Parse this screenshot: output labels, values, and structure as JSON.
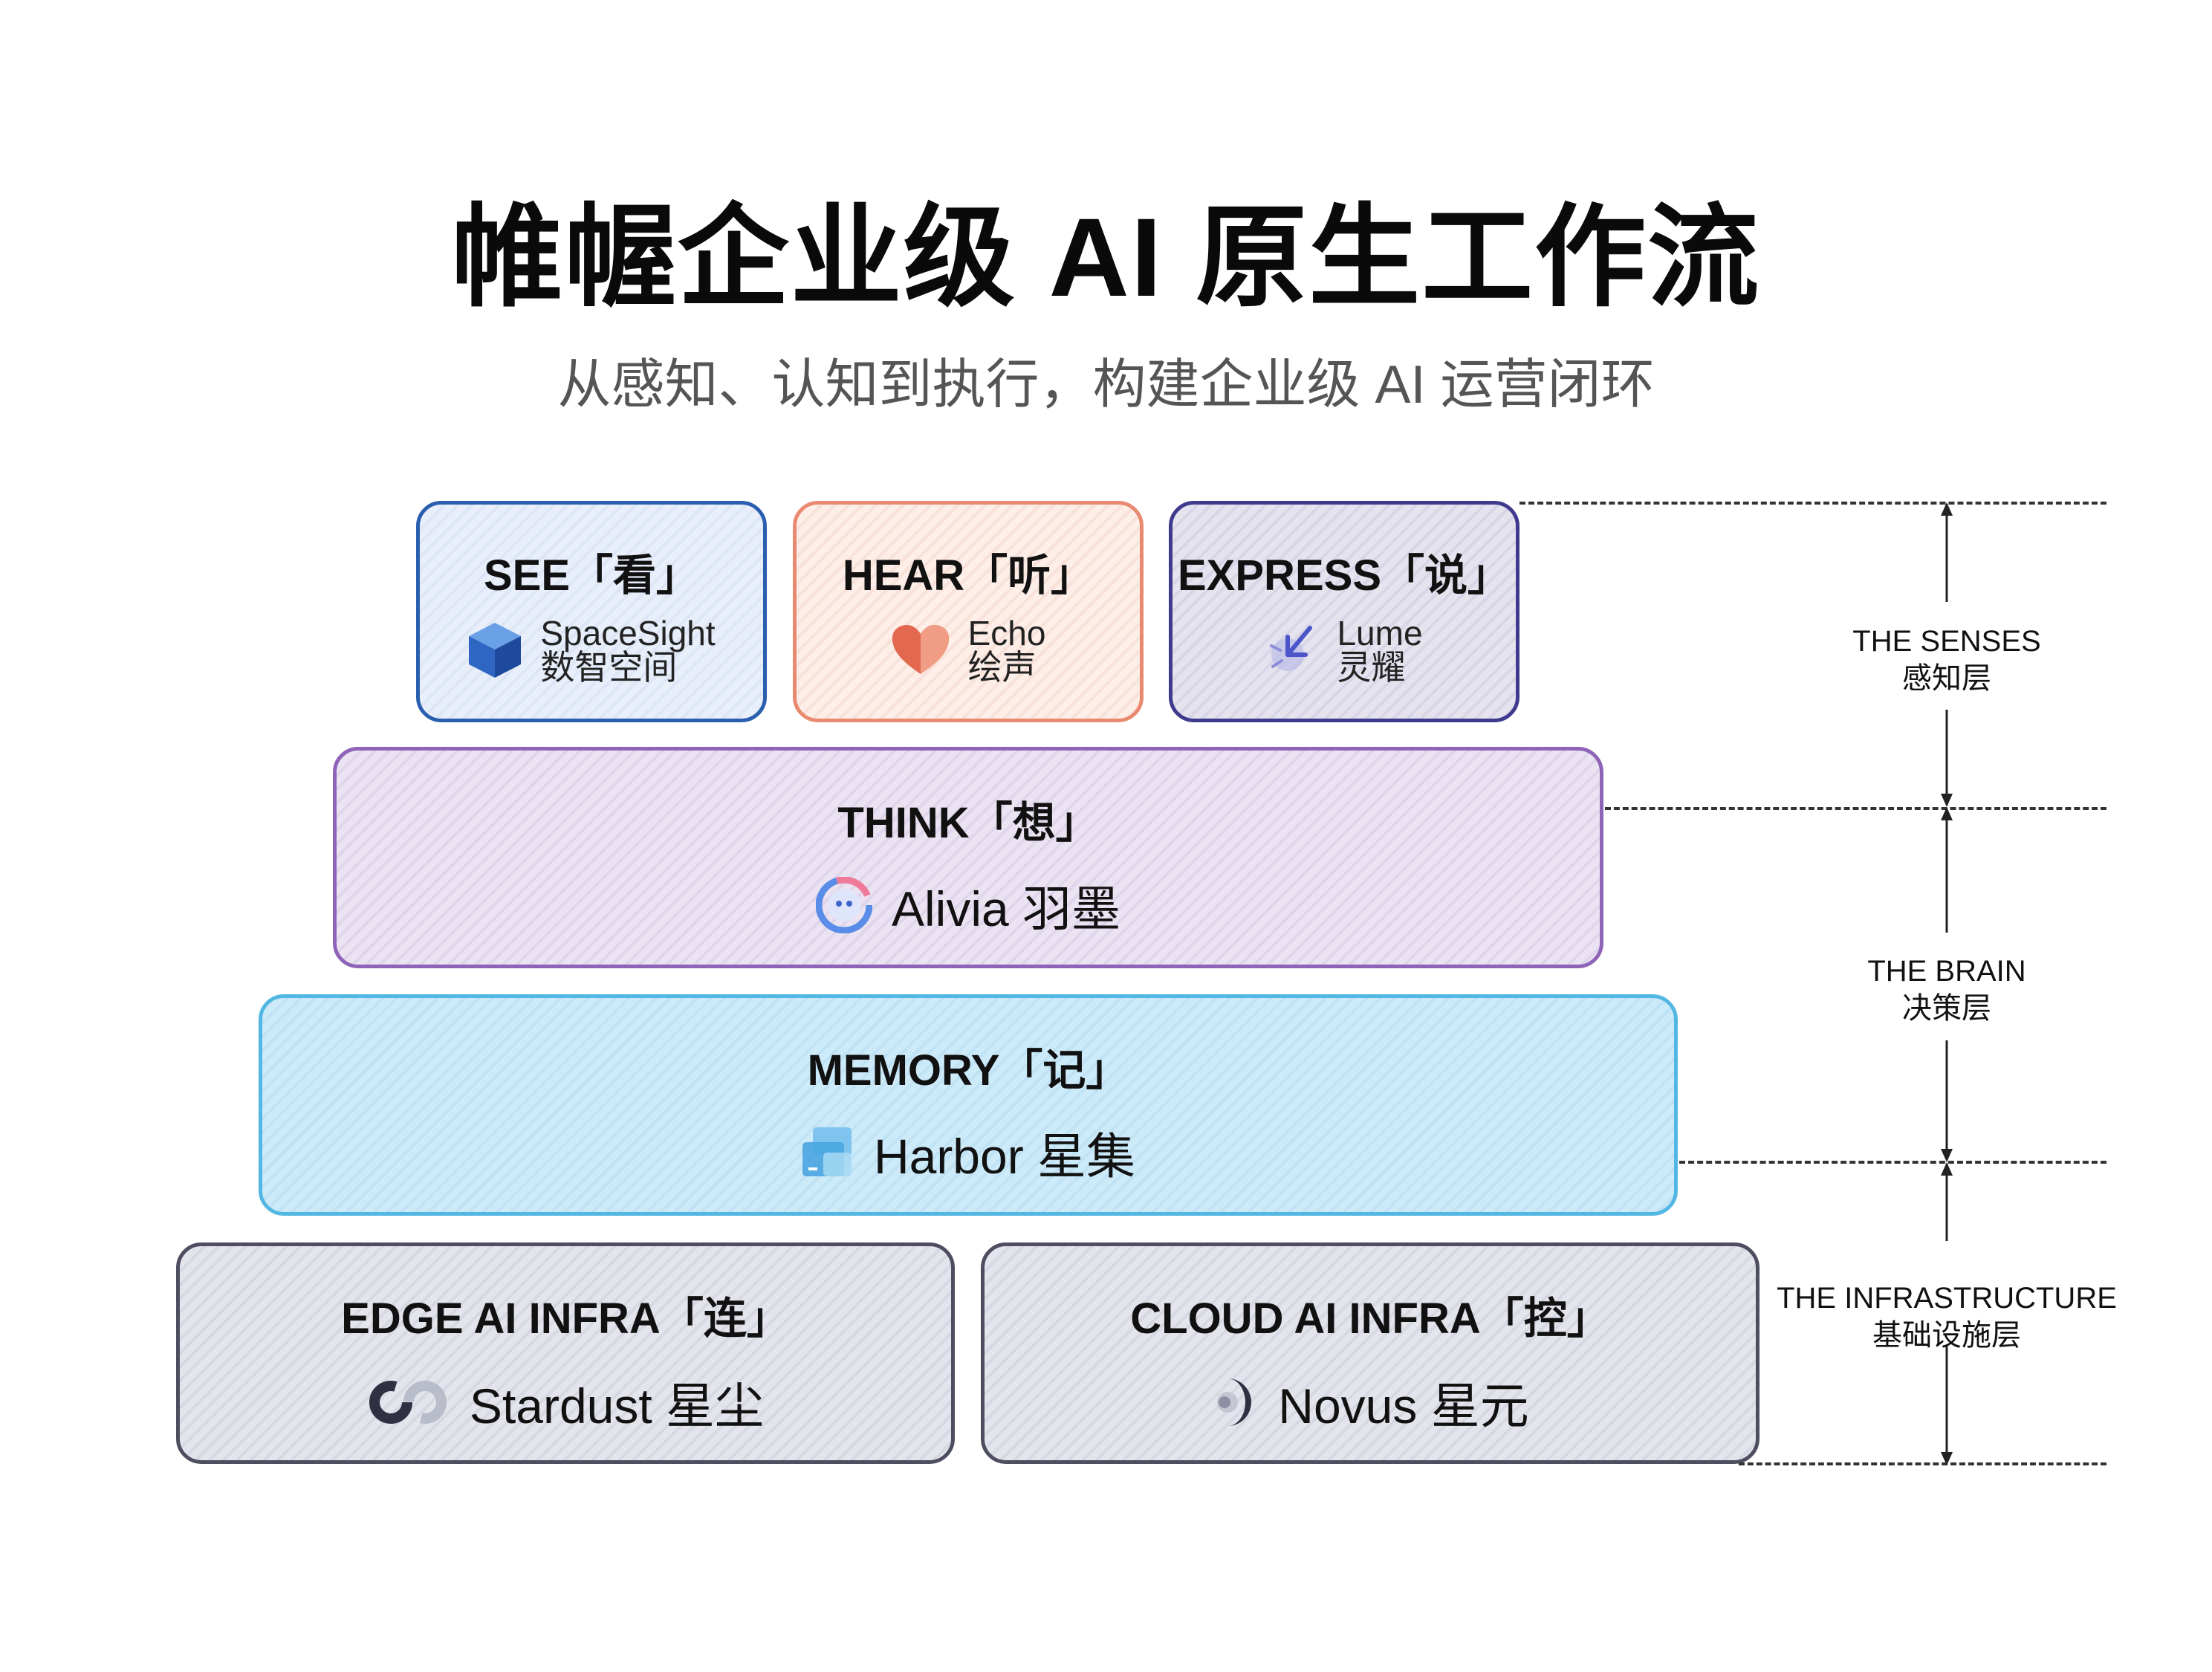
{
  "title": "帷幄企业级 AI 原生工作流",
  "subtitle": "从感知、认知到执行，构建企业级 AI 运营闭环",
  "layers": {
    "see": {
      "head": "SEE「看」",
      "product_en": "SpaceSight",
      "product_cn": "数智空间",
      "icon": "cube-icon"
    },
    "hear": {
      "head": "HEAR「听」",
      "product_en": "Echo",
      "product_cn": "绘声",
      "icon": "heart-icon"
    },
    "express": {
      "head": "EXPRESS「说」",
      "product_en": "Lume",
      "product_cn": "灵耀",
      "icon": "spark-icon"
    },
    "think": {
      "head": "THINK「想」",
      "product": "Alivia 羽墨",
      "icon": "alivia-face-icon"
    },
    "memory": {
      "head": "MEMORY「记」",
      "product": "Harbor 星集",
      "icon": "folder-stack-icon"
    },
    "edge": {
      "head": "EDGE AI INFRA「连」",
      "product": "Stardust 星尘",
      "icon": "link-loop-icon"
    },
    "cloud": {
      "head": "CLOUD AI INFRA「控」",
      "product": "Novus 星元",
      "icon": "crescent-icon"
    }
  },
  "side_labels": {
    "senses": {
      "en": "THE SENSES",
      "cn": "感知层"
    },
    "brain": {
      "en": "THE BRAIN",
      "cn": "决策层"
    },
    "infra": {
      "en": "THE INFRASTRUCTURE",
      "cn": "基础设施层"
    }
  },
  "colors": {
    "see": "#2a5fb0",
    "hear": "#e98a70",
    "express": "#3e3a8e",
    "think": "#8f64b8",
    "memory": "#52b7e3",
    "infra": "#4e4e60"
  }
}
